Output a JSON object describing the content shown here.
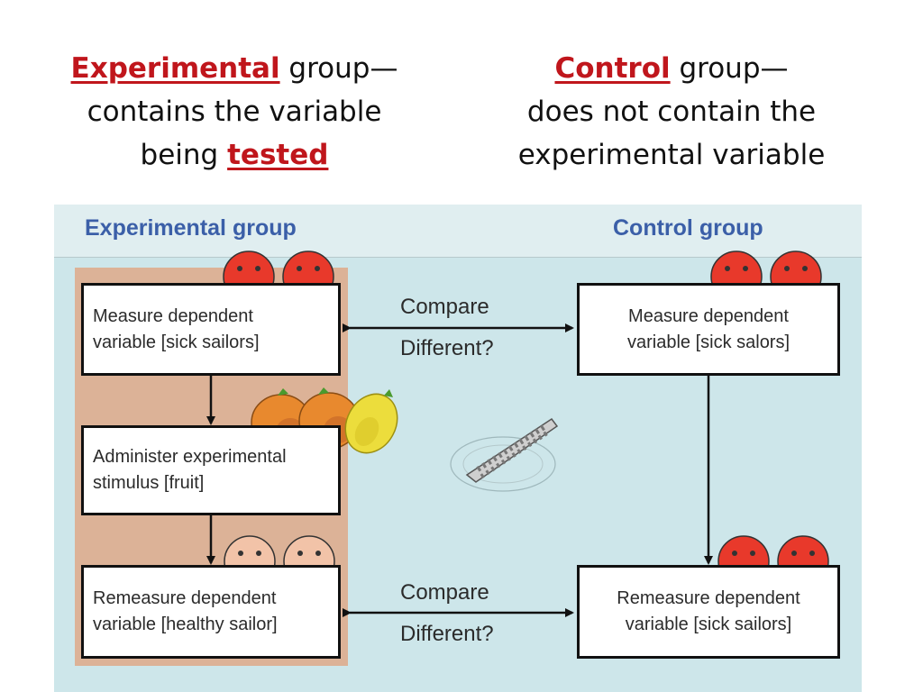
{
  "headings": {
    "left": {
      "keyword": "Experimental",
      "rest": " group—",
      "line2": "contains the variable",
      "line3_prefix": "being ",
      "line3_keyword": "tested"
    },
    "right": {
      "keyword": "Control",
      "rest": " group—",
      "line2": "does not contain the",
      "line3": "experimental variable"
    }
  },
  "diagram": {
    "experimental_title": "Experimental group",
    "control_title": "Control group",
    "exp_box1": {
      "line1": "Measure dependent",
      "line2": "variable [sick sailors]"
    },
    "exp_box2": {
      "line1": "Administer experimental",
      "line2": "stimulus [fruit]"
    },
    "exp_box3": {
      "line1": "Remeasure dependent",
      "line2": "variable [healthy sailor]"
    },
    "ctrl_box1": {
      "line1": "Measure dependent",
      "line2": "variable [sick salors]"
    },
    "ctrl_box2": {
      "line1": "Remeasure dependent",
      "line2": "variable [sick sailors]"
    },
    "compare1": {
      "line1": "Compare",
      "line2": "Different?"
    },
    "compare2": {
      "line1": "Compare",
      "line2": "Different?"
    }
  },
  "colors": {
    "keyword": "#c0161c",
    "group_title": "#3b5fa8",
    "sick_face": "#e8392b",
    "healthy_face": "#f2c3a8",
    "experimental_column": "#dcb297",
    "diagram_background": "#cde6ea"
  },
  "icons": [
    "sick-face-icon",
    "healthy-face-icon",
    "orange-icon",
    "lemon-icon",
    "boat-icon"
  ]
}
